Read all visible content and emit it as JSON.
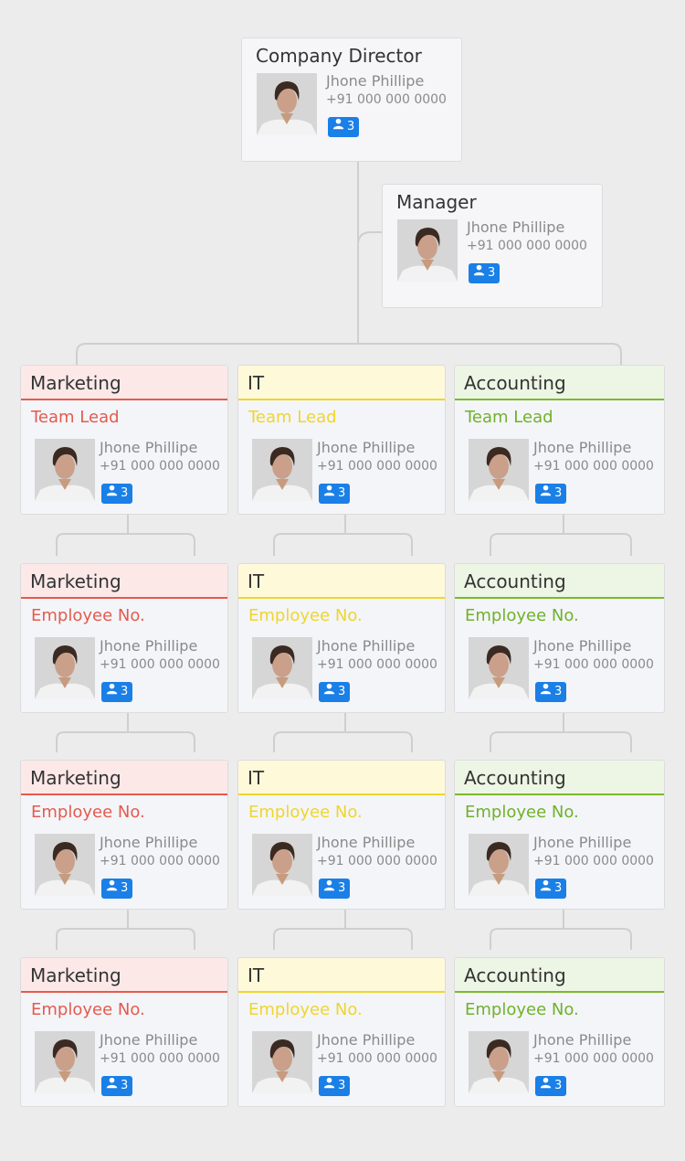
{
  "director": {
    "role": "Company Director",
    "name": "Jhone Phillipe",
    "phone": "+91 000 000 0000",
    "count": "3"
  },
  "manager": {
    "role": "Manager",
    "name": "Jhone Phillipe",
    "phone": "+91 000 000 0000",
    "count": "3"
  },
  "columns": [
    {
      "dept": "Marketing",
      "color": "#e45b4d",
      "header_bg": "#fde8e8",
      "rows": [
        {
          "title": "Team Lead",
          "name": "Jhone Phillipe",
          "phone": "+91 000 000 0000",
          "count": "3"
        },
        {
          "title": "Employee No.",
          "name": "Jhone Phillipe",
          "phone": "+91 000 000 0000",
          "count": "3"
        },
        {
          "title": "Employee No.",
          "name": "Jhone Phillipe",
          "phone": "+91 000 000 0000",
          "count": "3"
        },
        {
          "title": "Employee No.",
          "name": "Jhone Phillipe",
          "phone": "+91 000 000 0000",
          "count": "3"
        }
      ]
    },
    {
      "dept": "IT",
      "color": "#eed62c",
      "header_bg": "#fef9d9",
      "rows": [
        {
          "title": "Team Lead",
          "name": "Jhone Phillipe",
          "phone": "+91 000 000 0000",
          "count": "3"
        },
        {
          "title": "Employee No.",
          "name": "Jhone Phillipe",
          "phone": "+91 000 000 0000",
          "count": "3"
        },
        {
          "title": "Employee No.",
          "name": "Jhone Phillipe",
          "phone": "+91 000 000 0000",
          "count": "3"
        },
        {
          "title": "Employee No.",
          "name": "Jhone Phillipe",
          "phone": "+91 000 000 0000",
          "count": "3"
        }
      ]
    },
    {
      "dept": "Accounting",
      "color": "#7bba2a",
      "header_bg": "#edf6e5",
      "rows": [
        {
          "title": "Team Lead",
          "name": "Jhone Phillipe",
          "phone": "+91 000 000 0000",
          "count": "3"
        },
        {
          "title": "Employee No.",
          "name": "Jhone Phillipe",
          "phone": "+91 000 000 0000",
          "count": "3"
        },
        {
          "title": "Employee No.",
          "name": "Jhone Phillipe",
          "phone": "+91 000 000 0000",
          "count": "3"
        },
        {
          "title": "Employee No.",
          "name": "Jhone Phillipe",
          "phone": "+91 000 000 0000",
          "count": "3"
        }
      ]
    }
  ]
}
